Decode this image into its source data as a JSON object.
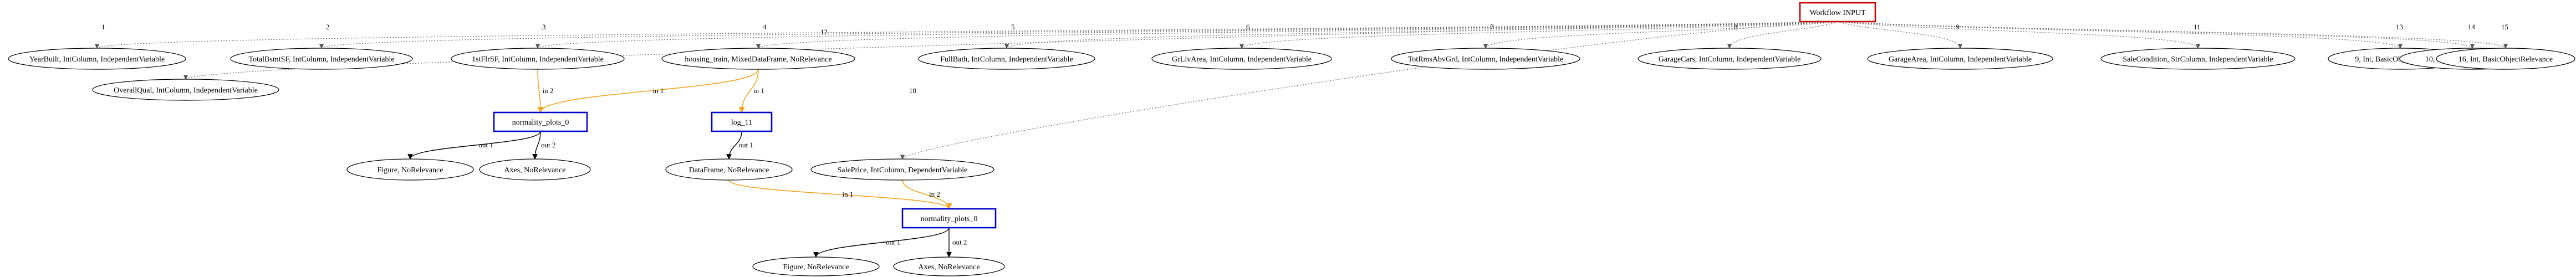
{
  "diagram": {
    "nodes": {
      "workflow_input": {
        "label": "Workflow INPUT",
        "shape": "box",
        "border": "#cc0000"
      },
      "yearbuilt": {
        "label": "YearBuilt, IntColumn, IndependentVariable",
        "shape": "ellipse"
      },
      "totalbsmtsf": {
        "label": "TotalBsmtSF, IntColumn, IndependentVariable",
        "shape": "ellipse"
      },
      "firstflrsf": {
        "label": "1stFlrSF, IntColumn, IndependentVariable",
        "shape": "ellipse"
      },
      "housing_train": {
        "label": "housing_train, MixedDataFrame, NoRelevance",
        "shape": "ellipse"
      },
      "fullbath": {
        "label": "FullBath, IntColumn, IndependentVariable",
        "shape": "ellipse"
      },
      "grlivarea": {
        "label": "GrLivArea, IntColumn, IndependentVariable",
        "shape": "ellipse"
      },
      "totrms": {
        "label": "TotRmsAbvGrd, IntColumn, IndependentVariable",
        "shape": "ellipse"
      },
      "garagecars": {
        "label": "GarageCars, IntColumn, IndependentVariable",
        "shape": "ellipse"
      },
      "garagearea": {
        "label": "GarageArea, IntColumn, IndependentVariable",
        "shape": "ellipse"
      },
      "salecondition": {
        "label": "SaleCondition, StrColumn, IndependentVariable",
        "shape": "ellipse"
      },
      "int9": {
        "label": "9, Int, BasicObjectRelevance",
        "shape": "ellipse"
      },
      "int10": {
        "label": "10, Int, BasicObjectRelevance",
        "shape": "ellipse"
      },
      "int16": {
        "label": "16, Int, BasicObjectRelevance",
        "shape": "ellipse"
      },
      "overallqual": {
        "label": "OverallQual, IntColumn, IndependentVariable",
        "shape": "ellipse"
      },
      "normality_plots_a": {
        "label": "normality_plots_0",
        "shape": "box",
        "border": "#0000cc"
      },
      "log_11": {
        "label": "log_11",
        "shape": "box",
        "border": "#0000cc"
      },
      "saleprice": {
        "label": "SalePrice, IntColumn, DependentVariable",
        "shape": "ellipse"
      },
      "figure_a": {
        "label": "Figure, NoRelevance",
        "shape": "ellipse"
      },
      "axes_a": {
        "label": "Axes, NoRelevance",
        "shape": "ellipse"
      },
      "dataframe": {
        "label": "DataFrame, NoRelevance",
        "shape": "ellipse"
      },
      "normality_plots_b": {
        "label": "normality_plots_0",
        "shape": "box",
        "border": "#0000cc"
      },
      "figure_b": {
        "label": "Figure, NoRelevance",
        "shape": "ellipse"
      },
      "axes_b": {
        "label": "Axes, NoRelevance",
        "shape": "ellipse"
      }
    },
    "edges": [
      {
        "from": "workflow_input",
        "to": "yearbuilt",
        "label": "1",
        "style": "dotted"
      },
      {
        "from": "workflow_input",
        "to": "totalbsmtsf",
        "label": "2",
        "style": "dotted"
      },
      {
        "from": "workflow_input",
        "to": "firstflrsf",
        "label": "3",
        "style": "dotted"
      },
      {
        "from": "workflow_input",
        "to": "housing_train",
        "label": "4",
        "style": "dotted"
      },
      {
        "from": "workflow_input",
        "to": "fullbath",
        "label": "5",
        "style": "dotted"
      },
      {
        "from": "workflow_input",
        "to": "grlivarea",
        "label": "6",
        "style": "dotted"
      },
      {
        "from": "workflow_input",
        "to": "totrms",
        "label": "7",
        "style": "dotted"
      },
      {
        "from": "workflow_input",
        "to": "garagecars",
        "label": "8",
        "style": "dotted"
      },
      {
        "from": "workflow_input",
        "to": "garagearea",
        "label": "9",
        "style": "dotted"
      },
      {
        "from": "workflow_input",
        "to": "saleprice",
        "label": "10",
        "style": "dotted"
      },
      {
        "from": "workflow_input",
        "to": "salecondition",
        "label": "11",
        "style": "dotted"
      },
      {
        "from": "workflow_input",
        "to": "overallqual",
        "label": "12",
        "style": "dotted"
      },
      {
        "from": "workflow_input",
        "to": "int9",
        "label": "13",
        "style": "dotted"
      },
      {
        "from": "workflow_input",
        "to": "int10",
        "label": "14",
        "style": "dotted"
      },
      {
        "from": "workflow_input",
        "to": "int16",
        "label": "15",
        "style": "dotted"
      },
      {
        "from": "firstflrsf",
        "to": "normality_plots_a",
        "label": "in 2",
        "style": "orange"
      },
      {
        "from": "housing_train",
        "to": "normality_plots_a",
        "label": "in 1",
        "style": "orange"
      },
      {
        "from": "housing_train",
        "to": "log_11",
        "label": "in 1",
        "style": "orange"
      },
      {
        "from": "normality_plots_a",
        "to": "figure_a",
        "label": "out 1",
        "style": "solid"
      },
      {
        "from": "normality_plots_a",
        "to": "axes_a",
        "label": "out 2",
        "style": "solid"
      },
      {
        "from": "log_11",
        "to": "dataframe",
        "label": "out 1",
        "style": "solid"
      },
      {
        "from": "dataframe",
        "to": "normality_plots_b",
        "label": "in 1",
        "style": "orange"
      },
      {
        "from": "saleprice",
        "to": "normality_plots_b",
        "label": "in 2",
        "style": "orange"
      },
      {
        "from": "normality_plots_b",
        "to": "figure_b",
        "label": "out 1",
        "style": "solid"
      },
      {
        "from": "normality_plots_b",
        "to": "axes_b",
        "label": "out 2",
        "style": "solid"
      }
    ]
  }
}
